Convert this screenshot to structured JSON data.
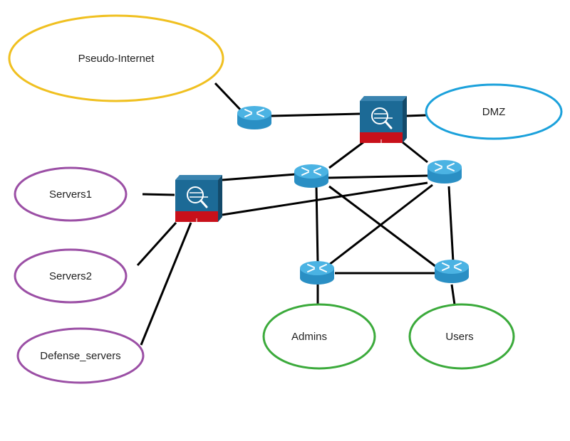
{
  "diagram": {
    "title": "",
    "zones": [
      {
        "id": "internet",
        "label": "Pseudo-Internet",
        "color": "#F0C020"
      },
      {
        "id": "dmz",
        "label": "DMZ",
        "color": "#1BA1DB"
      },
      {
        "id": "servers1",
        "label": "Servers1",
        "color": "#9B4FA5"
      },
      {
        "id": "servers2",
        "label": "Servers2",
        "color": "#9B4FA5"
      },
      {
        "id": "defense",
        "label": "Defense_servers",
        "color": "#9B4FA5"
      },
      {
        "id": "admins",
        "label": "Admins",
        "color": "#3BAA3B"
      },
      {
        "id": "users",
        "label": "Users",
        "color": "#3BAA3B"
      }
    ],
    "devices": [
      {
        "id": "r0",
        "type": "router-icon"
      },
      {
        "id": "fw1",
        "type": "firewall-icon"
      },
      {
        "id": "fw2",
        "type": "firewall-icon"
      },
      {
        "id": "r1",
        "type": "router-icon"
      },
      {
        "id": "r2",
        "type": "router-icon"
      },
      {
        "id": "r3",
        "type": "router-icon"
      },
      {
        "id": "r4",
        "type": "router-icon"
      }
    ],
    "links": [
      [
        "internet",
        "r0"
      ],
      [
        "r0",
        "fw1"
      ],
      [
        "fw1",
        "dmz"
      ],
      [
        "fw1",
        "r1"
      ],
      [
        "fw1",
        "r2"
      ],
      [
        "fw2",
        "r1"
      ],
      [
        "fw2",
        "r2"
      ],
      [
        "fw2",
        "servers1"
      ],
      [
        "fw2",
        "servers2"
      ],
      [
        "fw2",
        "defense"
      ],
      [
        "r1",
        "r2"
      ],
      [
        "r1",
        "r3"
      ],
      [
        "r1",
        "r4"
      ],
      [
        "r2",
        "r3"
      ],
      [
        "r2",
        "r4"
      ],
      [
        "r3",
        "r4"
      ],
      [
        "r3",
        "admins"
      ],
      [
        "r4",
        "users"
      ]
    ],
    "colors": {
      "link": "#000000",
      "router": "#2A8FC4",
      "router_top": "#4BB3E3",
      "firewall": "#1C6A96",
      "firewall_band": "#C8101A"
    }
  }
}
